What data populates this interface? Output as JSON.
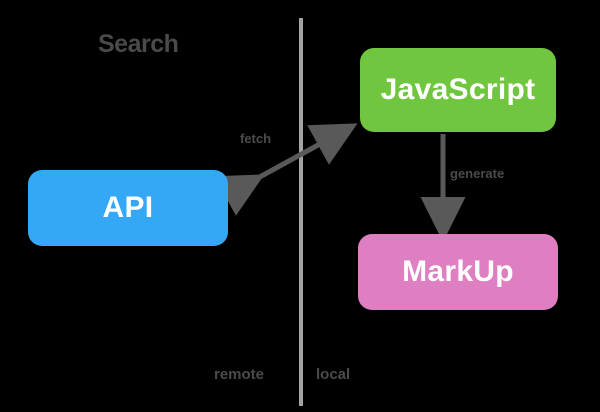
{
  "diagram": {
    "heading": "Search",
    "divider_color": "#a3a3a3",
    "background_color": "#000000",
    "nodes": [
      {
        "id": "api",
        "label": "API",
        "color": "#34a8f4"
      },
      {
        "id": "javascript",
        "label": "JavaScript",
        "color": "#70c73f"
      },
      {
        "id": "markup",
        "label": "MarkUp",
        "color": "#dd7fc0"
      }
    ],
    "edges": [
      {
        "id": "api-javascript",
        "label": "fetch",
        "from": "api",
        "to": "javascript",
        "style": "bidirectional-diagonal",
        "color": "#595959"
      },
      {
        "id": "javascript-markup",
        "label": "generate",
        "from": "javascript",
        "to": "markup",
        "style": "arrow-down",
        "color": "#595959"
      }
    ],
    "side_labels": {
      "left": "remote",
      "right": "local"
    },
    "arrow_color": "#595959",
    "label_color": "#4b4b4b"
  }
}
